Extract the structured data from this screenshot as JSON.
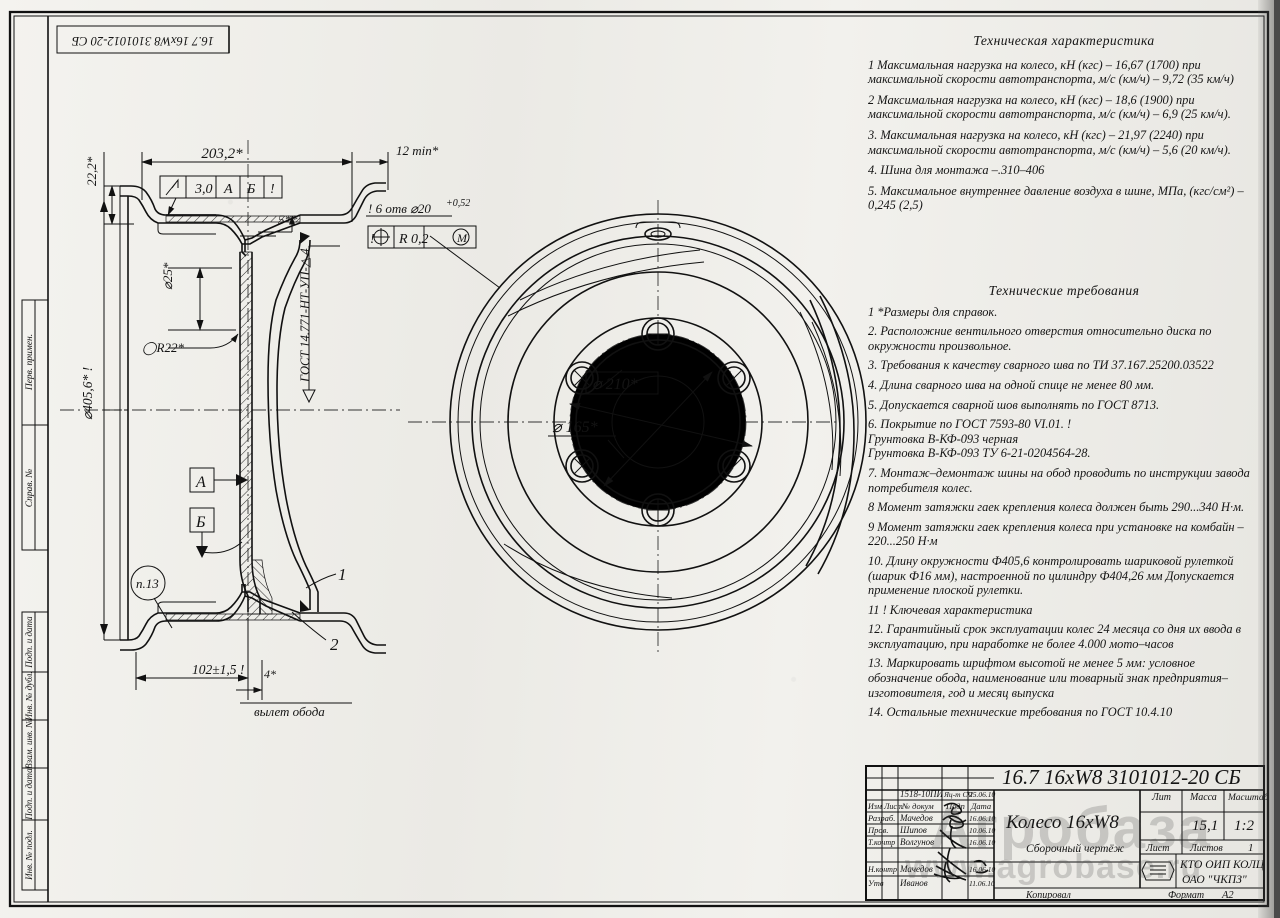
{
  "sheet": {
    "drawing_number_top": "16.7 16xW8 3101012-20 СБ",
    "format": "А2"
  },
  "tech_char": {
    "heading": "Техническая характеристика",
    "items": [
      "1   Максимальная нагрузка на колесо, кН (кгс) – 16,67 (1700) при максимальной скорости автотранспорта, м/с (км/ч) – 9,72 (35 км/ч)",
      "2  Максимальная нагрузка на колесо, кН (кгс) – 18,6  (1900) при максимальной скорости автотранспорта, м/с (км/ч) – 6,9 (25 км/ч).",
      "3. Максимальная нагрузка на колесо, кН (кгс) – 21,97 (2240) при максимальной скорости автотранспорта, м/с (км/ч) – 5,6 (20 км/ч).",
      "4. Шина для монтажа –.310–406",
      "5. Максимальное внутреннее давление воздуха в шине, МПа, (кгс/см²) – 0,245 (2,5)"
    ]
  },
  "tech_req": {
    "heading": "Технические требования",
    "items": [
      "1  *Размеры для справок.",
      "2. Расположние вентильного отверстия относительно диска по окружности произвольное.",
      "3. Требования к качеству сварного шва по ТИ 37.167.25200.03522",
      "4. Длина сварного шва на одной спице не менее 80 мм.",
      "5. Допускается сварной шов выполнять по ГОСТ 8713.",
      "6. Покрытие по ГОСТ 7593-80 VI.01.  !",
      "Грунтовка В-КФ-093 черная",
      "Грунтовка В-КФ-093 ТУ 6-21-0204564-28.",
      "7. Монтаж–демонтаж шины на обод проводить по инструкции завода потребителя колес.",
      "8  Момент затяжки гаек крепления колеса должен быть 290...340 Н·м.",
      "9  Момент затяжки гаек крепления колеса при установке на комбайн – 220...250 Н·м",
      "10. Длину окружности Ф405,6 контролировать шариковой рулеткой (шарик Ф16 мм), настроенной по цилиндру Ф404,26 мм Допускается применение плоской рулетки.",
      "11 ! Ключевая характеристика",
      "12. Гарантийный срок эксплуатации колес 24 месяца со дня их ввода в эксплуатацию, при наработке не более 4.000 мото–часов",
      "13. Маркировать шрифтом высотой не менее 5 мм: условное обозначение обода, наименование или товарный знак предприятия–изготовителя, год и месяц выпуска",
      "14. Остальные технические требования по ГОСТ 10.4.10"
    ]
  },
  "section_view": {
    "dim_width_203": "203,2*",
    "dim_12min": "12 min*",
    "dim_22_2": "22,2*",
    "dim_5": "5**",
    "dim_phi25": "⌀25*",
    "dim_R22": "◯R22*",
    "dim_phi405": "⌀405,6* !",
    "dim_102": "102±1,5 !",
    "dim_4": "4*",
    "label_vylet": "вылет обода",
    "weld_note": "ГОСТ 14.771-НТ-УП-△ 4",
    "surface_box": [
      "3,0",
      "А",
      "Б",
      "!"
    ],
    "datum_a": "А",
    "datum_b": "Б",
    "note_p13": "п.13",
    "pos_1": "1",
    "pos_2": "2",
    "hole_note": "! 6 отв ⌀20",
    "hole_tol": "+0,52",
    "fcf_symbol": "⊕",
    "fcf_value": "R 0,2",
    "fcf_mod": "M",
    "fcf_excl": "!"
  },
  "front_view": {
    "dim_phi210": "⌀ 210*",
    "dim_phi165": "⌀ 165*"
  },
  "title_block": {
    "drawing_number": "16.7 16xW8 3101012-20 СБ",
    "product_name": "Колесо 16xW8",
    "doc_type": "Сборочный чертёж",
    "headers": {
      "izm": "Изм",
      "list": "Лист",
      "ndoc": "№ докум",
      "podp": "Подп",
      "data": "Дата",
      "lit": "Лит",
      "massa": "Масса",
      "masshtab": "Масштаб",
      "list2": "Лист",
      "listov": "Листов",
      "kopiroval": "Копировал",
      "format": "Формат"
    },
    "rows": [
      {
        "role": "Разраб.",
        "name": "Мачедов",
        "date": "16.06.10"
      },
      {
        "role": "Пров.",
        "name": "Шипов",
        "date": "10.06.10"
      },
      {
        "role": "Т.контр",
        "name": "Волгунов",
        "date": "16.06.10"
      },
      {
        "role": "",
        "name": "",
        "date": ""
      },
      {
        "role": "Н.контр",
        "name": "Мачедов",
        "date": "16.06.10"
      },
      {
        "role": "Утв",
        "name": "Иванов",
        "date": "11.06.10"
      }
    ],
    "change_doc": "1518-10ПИ",
    "change_sign": "Яц-т СЧ",
    "change_date": "25.06.10",
    "lit_value": "",
    "massa_value": "15,1",
    "masshtab_value": "1:2",
    "list_value": "",
    "listov_value": "1",
    "org_line1": "КТО ОИП КОЛЦ",
    "org_line2": "ОАО \"ЧКПЗ\"",
    "format_value": "А2"
  },
  "left_margin": {
    "fields": [
      "Перв. примен.",
      "Справ. №",
      "Подп. и дата",
      "Инв. № дубл.",
      "Взам. инв. №",
      "Подп. и дата",
      "Инв. № подл."
    ]
  },
  "watermark": {
    "line1": "Агробаза",
    "line2": "www.agrobase.ru"
  },
  "colors": {
    "ink": "#141414",
    "paper": "#efeeea",
    "centerline": "#333333"
  }
}
